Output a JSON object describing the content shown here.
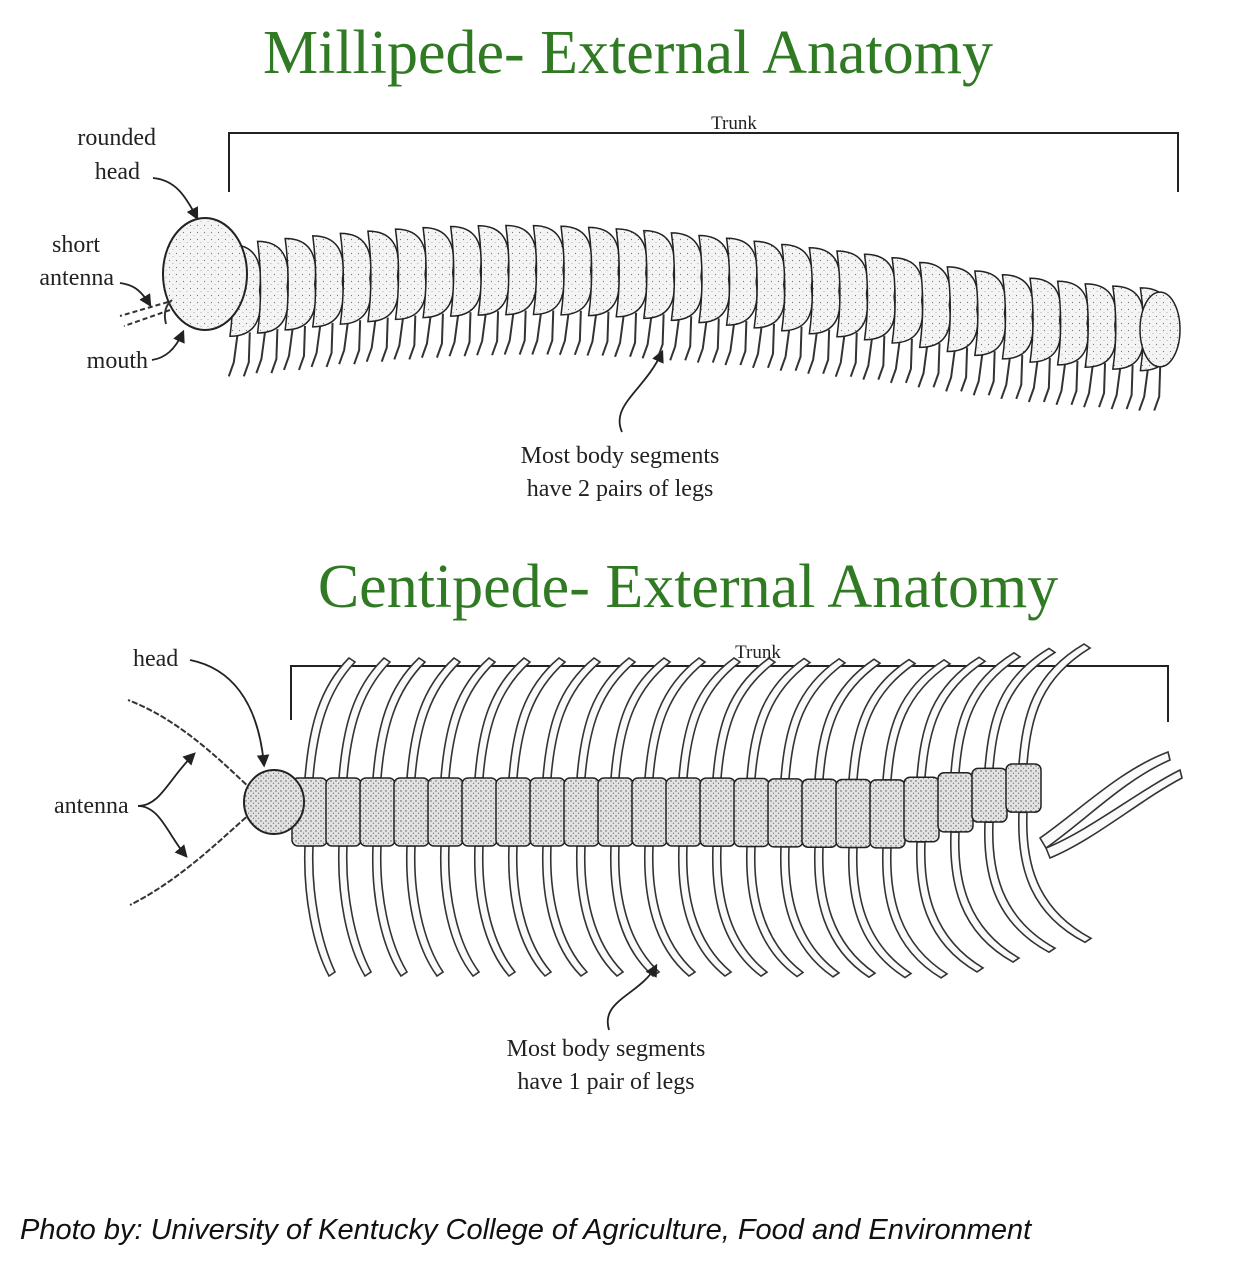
{
  "colors": {
    "title_green": "#2f7a23",
    "ink": "#222222",
    "body_fill": "#eeeeee"
  },
  "millipede": {
    "title": "Millipede- External Anatomy",
    "trunk_label": "Trunk",
    "labels": {
      "rounded_head_1": "rounded",
      "rounded_head_2": "head",
      "short_antenna_1": "short",
      "short_antenna_2": "antenna",
      "mouth": "mouth",
      "segments_1": "Most body segments",
      "segments_2": "have 2 pairs of legs"
    }
  },
  "centipede": {
    "title": "Centipede- External Anatomy",
    "trunk_label": "Trunk",
    "labels": {
      "head": "head",
      "antenna": "antenna",
      "segments_1": "Most body segments",
      "segments_2": "have 1 pair of legs"
    }
  },
  "credit": "Photo by: University of Kentucky College of Agriculture, Food and Environment"
}
